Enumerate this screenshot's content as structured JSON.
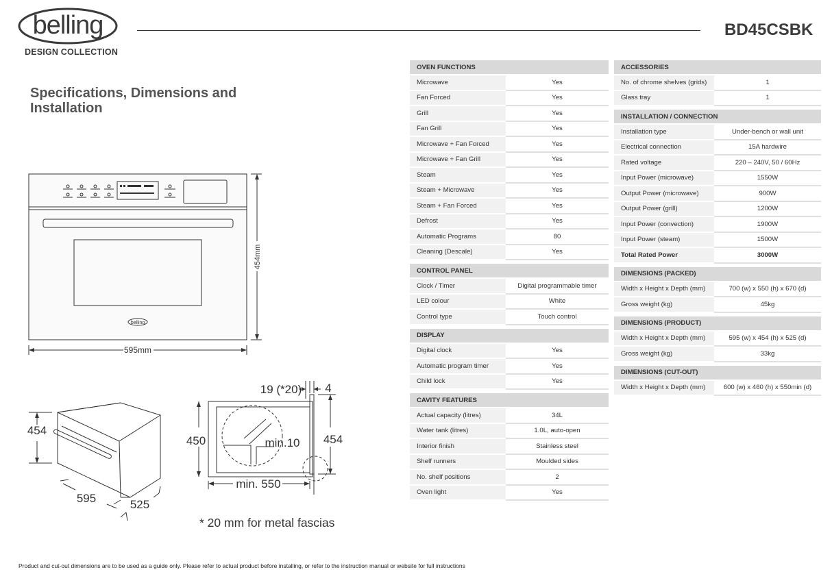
{
  "header": {
    "brand": "belling",
    "brand_sub": "DESIGN COLLECTION",
    "model": "BD45CSBK"
  },
  "page_title": "Specifications, Dimensions and Installation",
  "drawings": {
    "front_width_label": "595mm",
    "front_height_label": "454mm",
    "door_brand": "belling",
    "iso_height": "454",
    "iso_width": "595",
    "iso_depth": "525",
    "side_top_gap": "19 (*20)",
    "side_top_right": "4",
    "side_left_height": "450",
    "side_min10": "min.10",
    "side_right_height": "454",
    "side_min550": "min. 550",
    "fascia_note": "* 20 mm for metal fascias"
  },
  "left_sections": [
    {
      "title": "OVEN FUNCTIONS",
      "rows": [
        [
          "Microwave",
          "Yes"
        ],
        [
          "Fan Forced",
          "Yes"
        ],
        [
          "Grill",
          "Yes"
        ],
        [
          "Fan Grill",
          "Yes"
        ],
        [
          "Microwave + Fan Forced",
          "Yes"
        ],
        [
          "Microwave + Fan Grill",
          "Yes"
        ],
        [
          "Steam",
          "Yes"
        ],
        [
          "Steam + Microwave",
          "Yes"
        ],
        [
          "Steam + Fan Forced",
          "Yes"
        ],
        [
          "Defrost",
          "Yes"
        ],
        [
          "Automatic Programs",
          "80"
        ],
        [
          "Cleaning (Descale)",
          "Yes"
        ]
      ]
    },
    {
      "title": "CONTROL PANEL",
      "rows": [
        [
          "Clock / Timer",
          "Digital programmable timer"
        ],
        [
          "LED colour",
          "White"
        ],
        [
          "Control type",
          "Touch control"
        ]
      ]
    },
    {
      "title": "DISPLAY",
      "rows": [
        [
          "Digital clock",
          "Yes"
        ],
        [
          "Automatic program timer",
          "Yes"
        ],
        [
          "Child lock",
          "Yes"
        ]
      ]
    },
    {
      "title": "CAVITY FEATURES",
      "rows": [
        [
          "Actual capacity (litres)",
          "34L"
        ],
        [
          "Water tank (litres)",
          "1.0L, auto-open"
        ],
        [
          "Interior finish",
          "Stainless steel"
        ],
        [
          "Shelf runners",
          "Moulded sides"
        ],
        [
          "No. shelf positions",
          "2"
        ],
        [
          "Oven light",
          "Yes"
        ]
      ]
    }
  ],
  "right_sections": [
    {
      "title": "ACCESSORIES",
      "rows": [
        [
          "No. of chrome shelves (grids)",
          "1"
        ],
        [
          "Glass tray",
          "1"
        ]
      ]
    },
    {
      "title": "INSTALLATION / CONNECTION",
      "rows": [
        [
          "Installation type",
          "Under-bench or wall unit"
        ],
        [
          "Electrical connection",
          "15A hardwire"
        ],
        [
          "Rated voltage",
          "220 – 240V, 50 / 60Hz"
        ],
        [
          "Input Power (microwave)",
          "1550W"
        ],
        [
          "Output Power (microwave)",
          "900W"
        ],
        [
          "Output Power (grill)",
          "1200W"
        ],
        [
          "Input Power (convection)",
          "1900W"
        ],
        [
          "Input Power (steam)",
          "1500W"
        ],
        [
          "Total Rated Power",
          "3000W"
        ]
      ]
    },
    {
      "title": "DIMENSIONS (PACKED)",
      "rows": [
        [
          "Width x Height x Depth (mm)",
          "700 (w) x 550 (h) x 670 (d)"
        ],
        [
          "Gross weight (kg)",
          "45kg"
        ]
      ]
    },
    {
      "title": "DIMENSIONS (PRODUCT)",
      "rows": [
        [
          "Width x Height x Depth (mm)",
          "595 (w) x 454 (h) x 525 (d)"
        ],
        [
          "Gross weight (kg)",
          "33kg"
        ]
      ]
    },
    {
      "title": "DIMENSIONS (CUT-OUT)",
      "rows": [
        [
          "Width x Height x Depth (mm)",
          "600 (w) x 460 (h) x 550min (d)"
        ]
      ]
    }
  ],
  "footer_note": "Product and cut-out dimensions are to be used as a guide only. Please refer to actual product before installing, or refer to the instruction manual or website for full instructions"
}
